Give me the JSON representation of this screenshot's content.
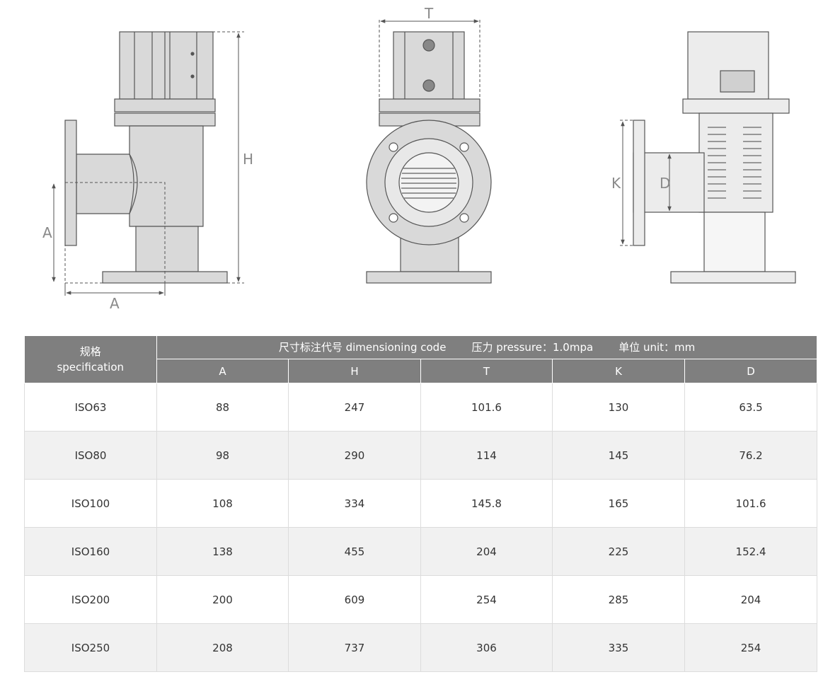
{
  "drawing_labels": {
    "side_view_height": "H",
    "side_view_offset_v": "A",
    "side_view_offset_h": "A",
    "front_view_width": "T",
    "section_view_flange": "K",
    "section_view_bore": "D"
  },
  "table": {
    "spec_header_cn": "规格",
    "spec_header_en": "specification",
    "group_header_code": "尺寸标注代号 dimensioning code",
    "group_header_pressure": "压力 pressure：1.0mpa",
    "group_header_unit": "单位 unit：mm",
    "columns": [
      "A",
      "H",
      "T",
      "K",
      "D"
    ],
    "rows": [
      {
        "spec": "ISO63",
        "values": [
          "88",
          "247",
          "101.6",
          "130",
          "63.5"
        ]
      },
      {
        "spec": "ISO80",
        "values": [
          "98",
          "290",
          "114",
          "145",
          "76.2"
        ]
      },
      {
        "spec": "ISO100",
        "values": [
          "108",
          "334",
          "145.8",
          "165",
          "101.6"
        ]
      },
      {
        "spec": "ISO160",
        "values": [
          "138",
          "455",
          "204",
          "225",
          "152.4"
        ]
      },
      {
        "spec": "ISO200",
        "values": [
          "200",
          "609",
          "254",
          "285",
          "204"
        ]
      },
      {
        "spec": "ISO250",
        "values": [
          "208",
          "737",
          "306",
          "335",
          "254"
        ]
      }
    ]
  },
  "colors": {
    "header_bg": "#7f7f7f",
    "row_alt_bg": "#f1f1f1",
    "line": "#555555",
    "fill": "#d9d9d9"
  }
}
